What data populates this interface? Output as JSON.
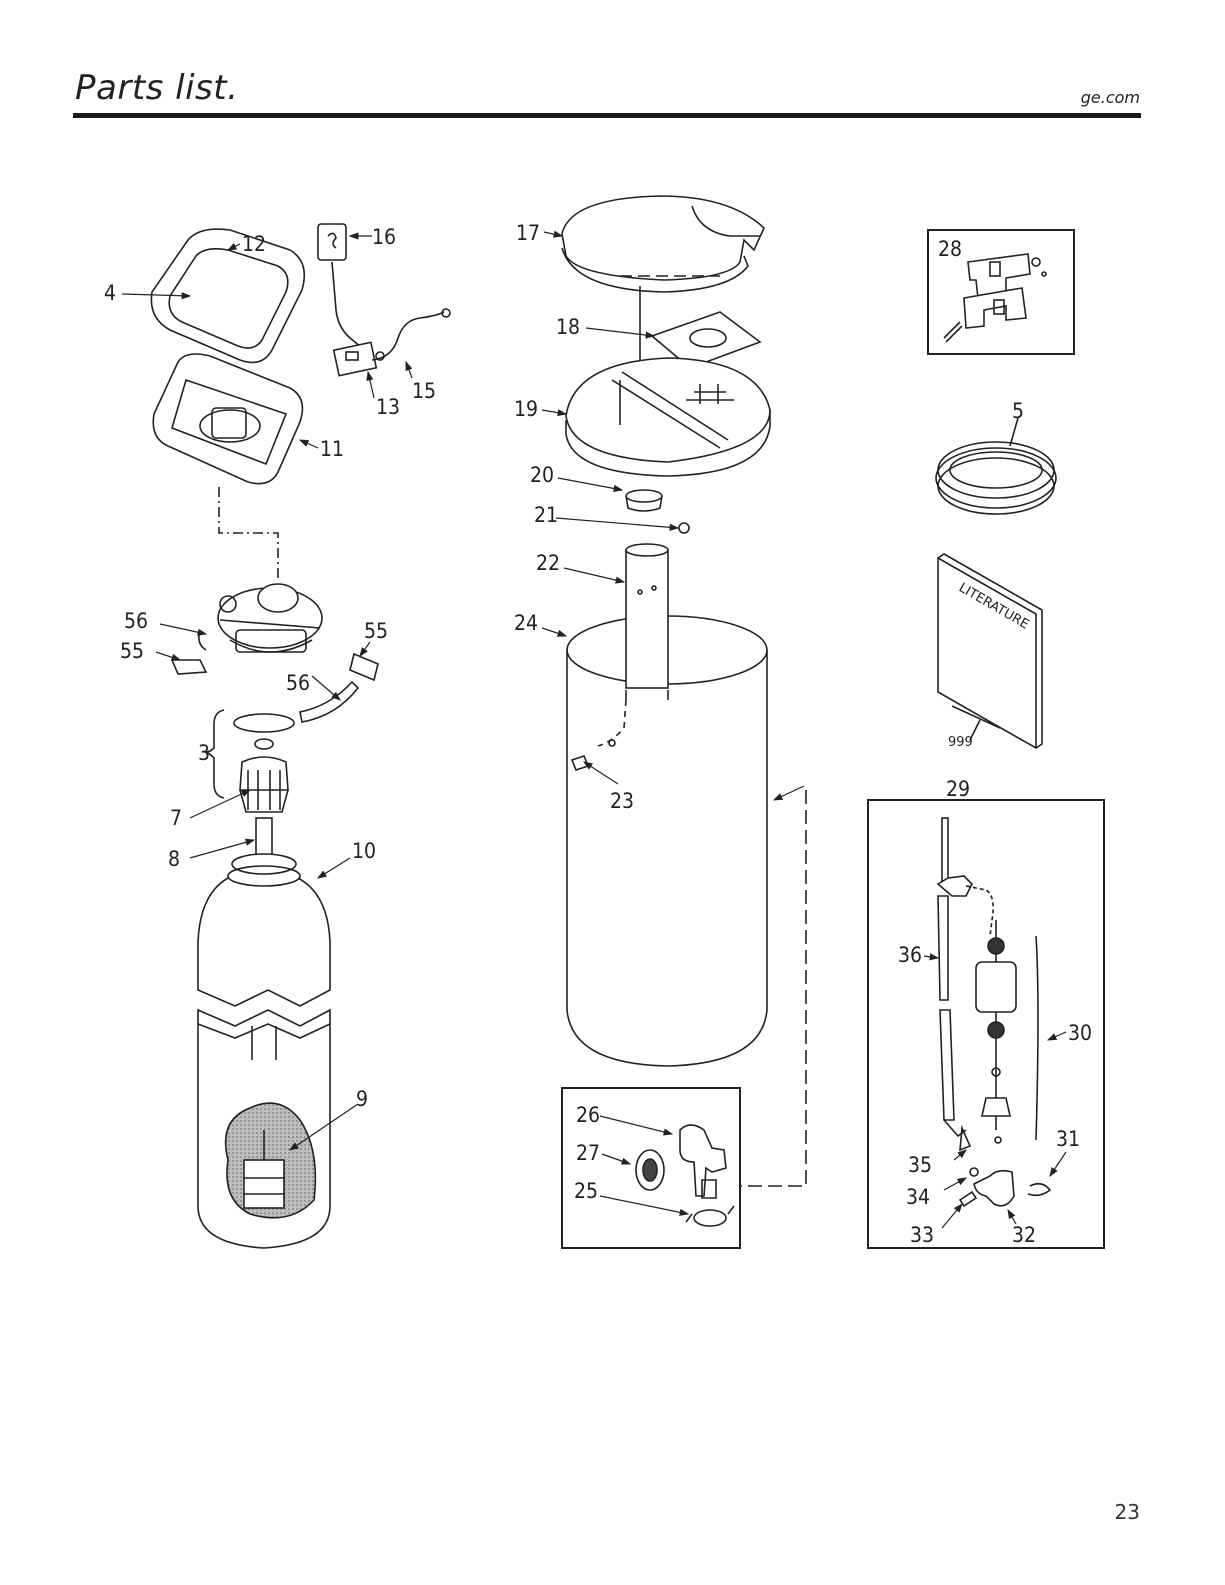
{
  "header": {
    "title": "Parts list.",
    "site": "ge.com"
  },
  "footer": {
    "page_number": "23"
  },
  "diagram": {
    "labels": {
      "p3": "3",
      "p4": "4",
      "p5": "5",
      "p7": "7",
      "p8": "8",
      "p9": "9",
      "p10": "10",
      "p11": "11",
      "p12": "12",
      "p13": "13",
      "p15": "15",
      "p16": "16",
      "p17": "17",
      "p18": "18",
      "p19": "19",
      "p20": "20",
      "p21": "21",
      "p22": "22",
      "p23": "23",
      "p24": "24",
      "p25": "25",
      "p26": "26",
      "p27": "27",
      "p28": "28",
      "p29": "29",
      "p30": "30",
      "p31": "31",
      "p32": "32",
      "p33": "33",
      "p34": "34",
      "p35": "35",
      "p36": "36",
      "p55a": "55",
      "p55b": "55",
      "p56a": "56",
      "p56b": "56",
      "p999": "999"
    },
    "literature_text": "LITERATURE"
  }
}
